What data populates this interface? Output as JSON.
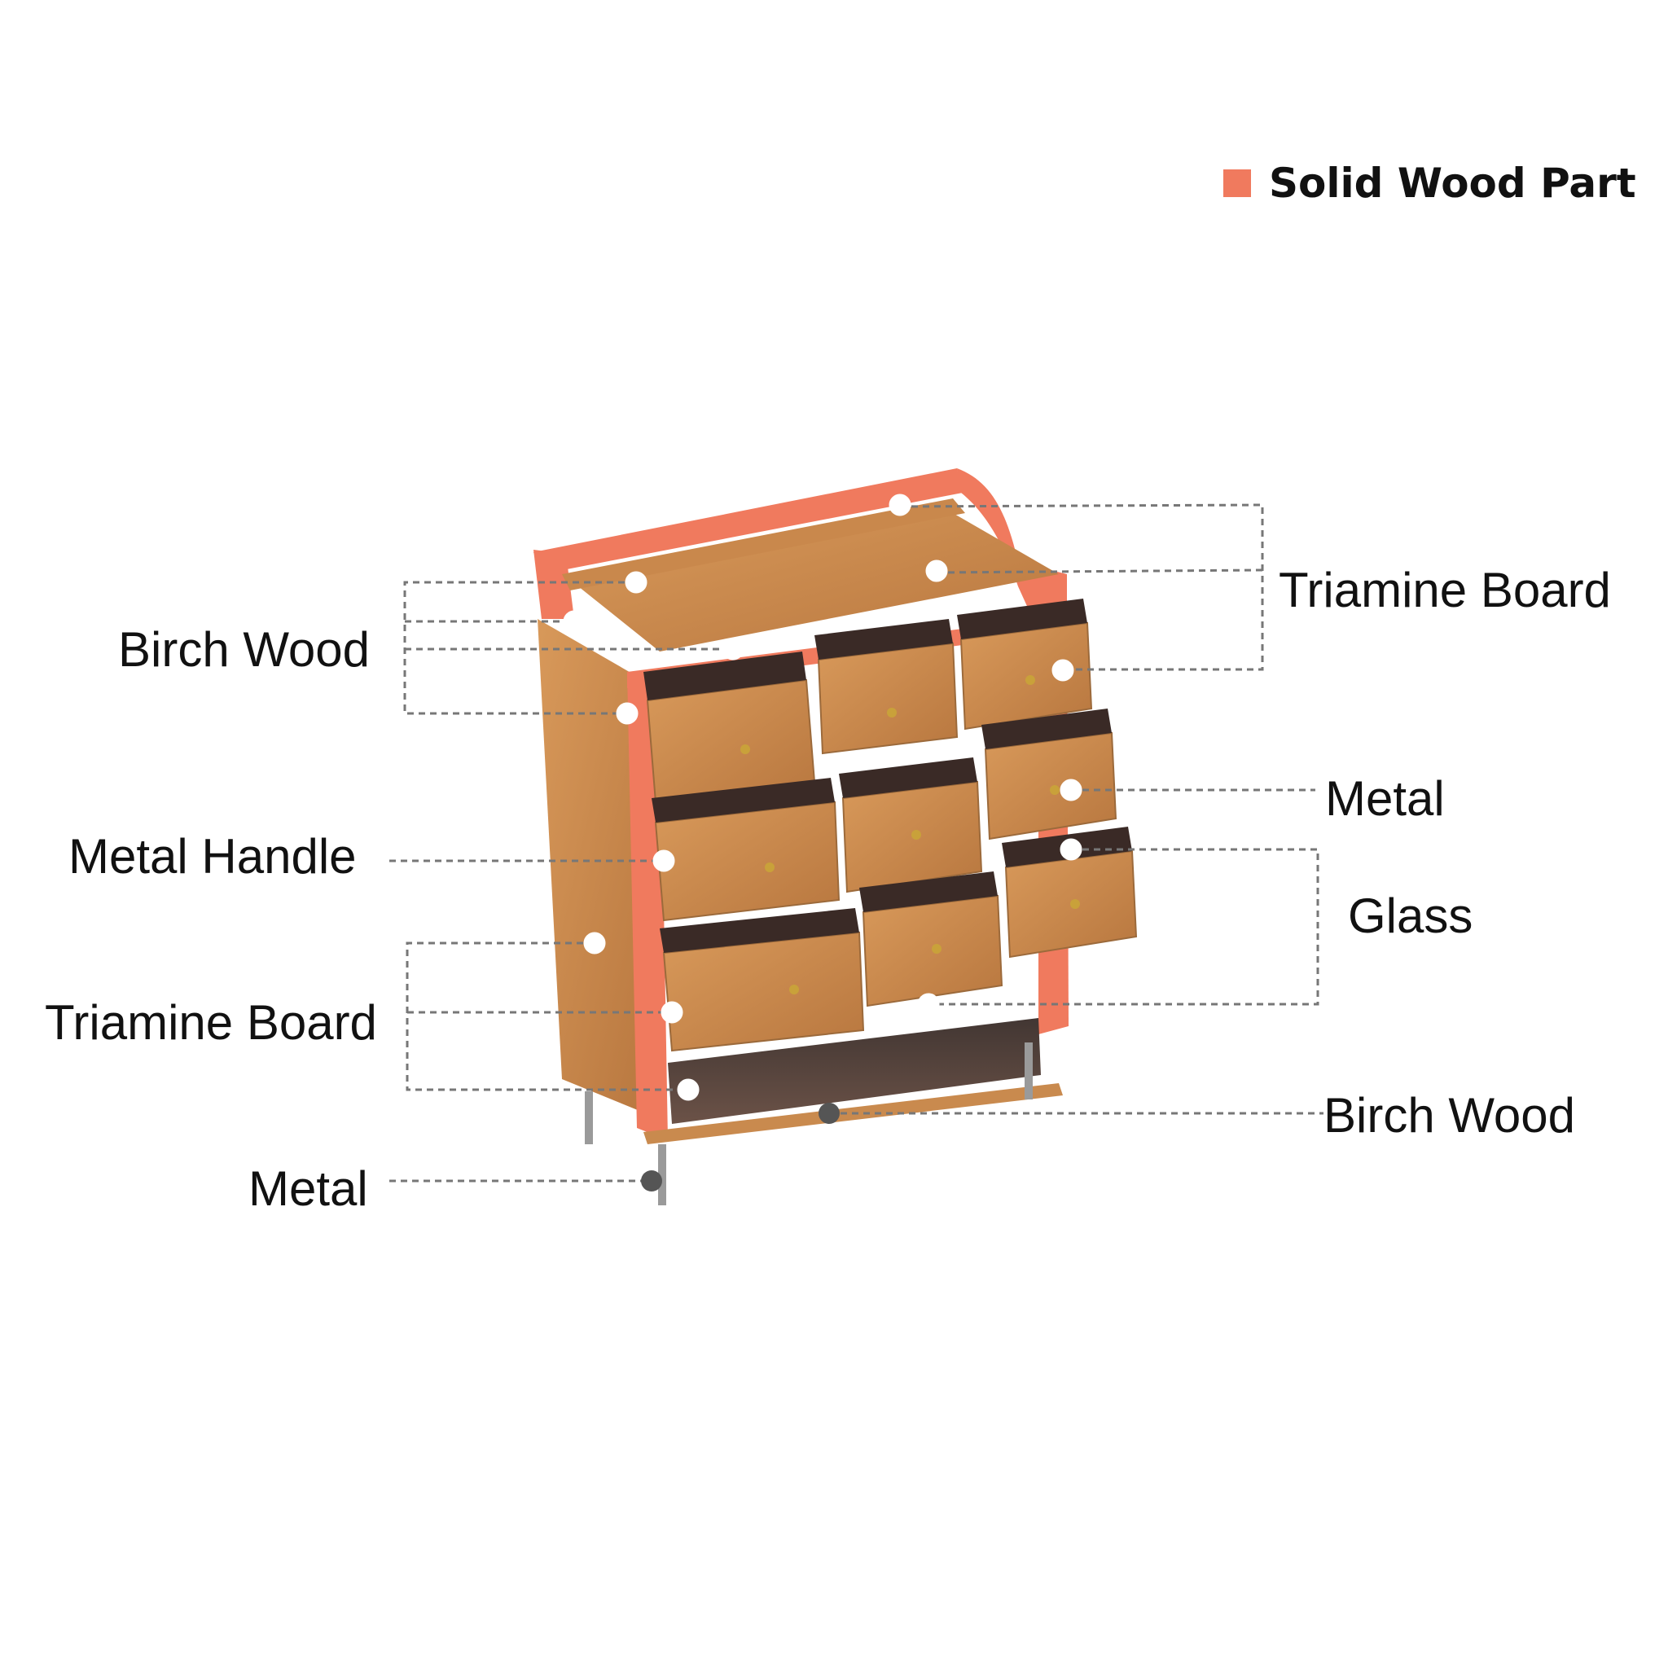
{
  "legend": {
    "label": "Solid Wood Part",
    "swatch_color": "#f07a5e",
    "swatch_meaning": "Solid Wood Part"
  },
  "labels": {
    "triamine_board_top": "Triamine Board",
    "birch_wood_left": "Birch Wood",
    "metal_right": "Metal",
    "metal_handle": "Metal Handle",
    "glass": "Glass",
    "triamine_board_left": "Triamine Board",
    "birch_wood_bottom": "Birch Wood",
    "metal_bottom": "Metal"
  },
  "colors": {
    "solid_wood": "#f07a5e",
    "wood_panel": "#c98a4e",
    "drawer_interior": "#3a2a26",
    "handle": "#c9a13a",
    "leader_line": "#777777"
  }
}
